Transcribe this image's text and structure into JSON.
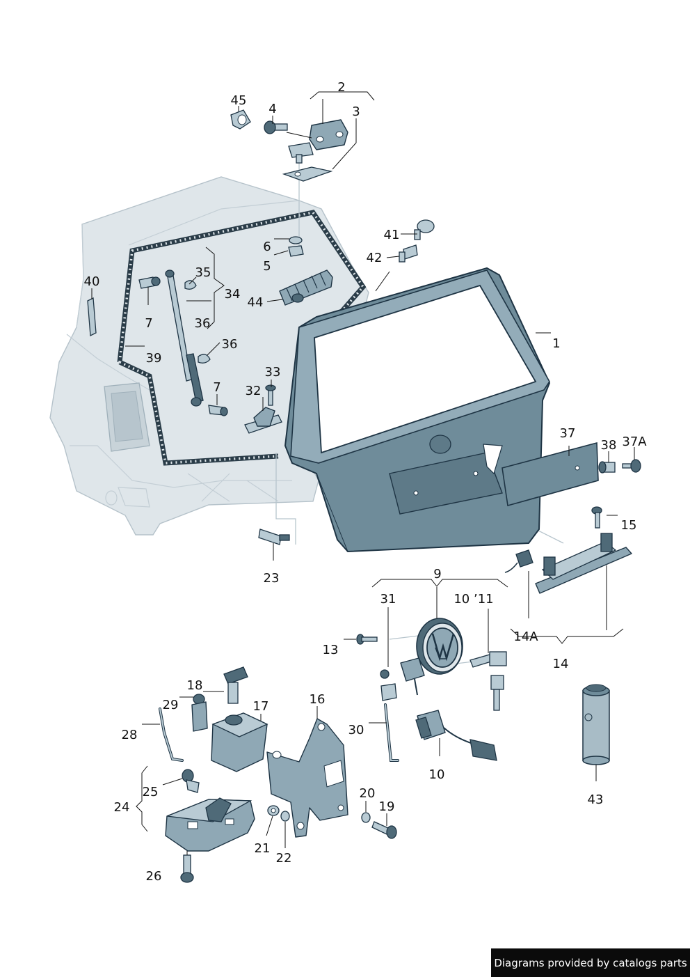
{
  "labels": {
    "l1": "1",
    "l2": "2",
    "l3": "3",
    "l4": "4",
    "l5": "5",
    "l6": "6",
    "l7a": "7",
    "l7b": "7",
    "l9": "9",
    "l10": "10",
    "l10_11": "10 ’11",
    "l13": "13",
    "l14": "14",
    "l14a": "14A",
    "l15": "15",
    "l16": "16",
    "l17": "17",
    "l18": "18",
    "l19": "19",
    "l20": "20",
    "l21": "21",
    "l22": "22",
    "l23": "23",
    "l24": "24",
    "l25": "25",
    "l26": "26",
    "l28": "28",
    "l29": "29",
    "l30": "30",
    "l31": "31",
    "l32": "32",
    "l33": "33",
    "l34": "34",
    "l35": "35",
    "l36a": "36",
    "l36b": "36",
    "l37": "37",
    "l37a": "37A",
    "l38": "38",
    "l39": "39",
    "l40": "40",
    "l41": "41",
    "l42": "42",
    "l43": "43",
    "l44": "44",
    "l45": "45"
  },
  "footer": {
    "text": "Diagrams provided by catalogs parts"
  },
  "colors": {
    "panel": "#6f8c9a",
    "body": "#dfe6ea",
    "footer": "#0b0b0b"
  }
}
